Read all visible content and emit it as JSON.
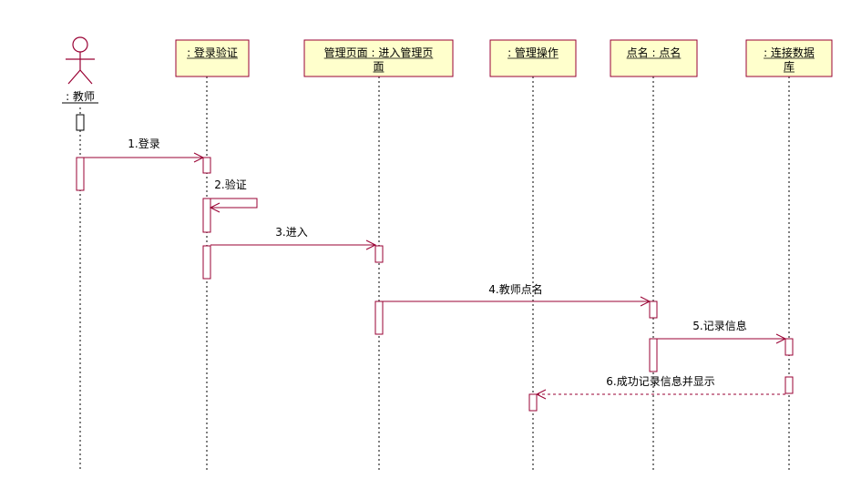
{
  "colors": {
    "line": "#990033",
    "box_fill": "#ffffcc",
    "activation_fill": "#ffffff",
    "text": "#000000"
  },
  "actor": {
    "label": ": 教师",
    "icon": "stick-figure-icon"
  },
  "objects": [
    {
      "lines": [
        ": 登录验证"
      ]
    },
    {
      "lines": [
        "管理页面 : 进入管理页",
        "面"
      ]
    },
    {
      "lines": [
        ": 管理操作"
      ]
    },
    {
      "lines": [
        "点名 : 点名"
      ]
    },
    {
      "lines": [
        ": 连接数据",
        "库"
      ]
    }
  ],
  "messages": [
    {
      "label": "1.登录"
    },
    {
      "label": "2.验证"
    },
    {
      "label": "3.进入"
    },
    {
      "label": "4.教师点名"
    },
    {
      "label": "5.记录信息"
    },
    {
      "label": "6.成功记录信息并显示"
    }
  ]
}
